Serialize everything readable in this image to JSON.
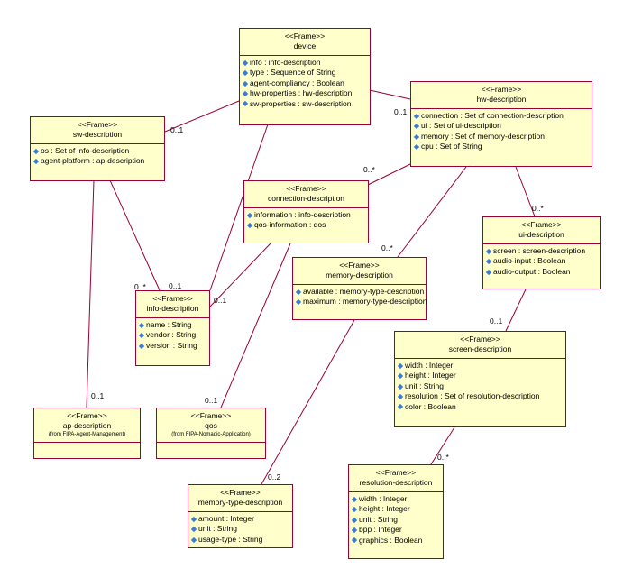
{
  "diagram": {
    "classes": {
      "device": {
        "stereotype": "<<Frame>>",
        "name": "device",
        "attributes": [
          "info : info-description",
          "type : Sequence of String",
          "agent-compliancy : Boolean",
          "hw-properties : hw-description",
          "sw-properties : sw-description"
        ]
      },
      "hw": {
        "stereotype": "<<Frame>>",
        "name": "hw-description",
        "attributes": [
          "connection : Set of connection-description",
          "ui : Set of ui-description",
          "memory : Set of memory-description",
          "cpu : Set of String"
        ]
      },
      "sw": {
        "stereotype": "<<Frame>>",
        "name": "sw-description",
        "attributes": [
          "os : Set of info-description",
          "agent-platform : ap-description"
        ]
      },
      "conn": {
        "stereotype": "<<Frame>>",
        "name": "connection-description",
        "attributes": [
          "information : info-description",
          "qos-information : qos"
        ]
      },
      "ui": {
        "stereotype": "<<Frame>>",
        "name": "ui-description",
        "attributes": [
          "screen : screen-description",
          "audio-input : Boolean",
          "audio-output : Boolean"
        ]
      },
      "mem": {
        "stereotype": "<<Frame>>",
        "name": "memory-description",
        "attributes": [
          "available : memory-type-description",
          "maximum : memory-type-description"
        ]
      },
      "info": {
        "stereotype": "<<Frame>>",
        "name": "info-description",
        "attributes": [
          "name : String",
          "vendor : String",
          "version : String"
        ]
      },
      "screen": {
        "stereotype": "<<Frame>>",
        "name": "screen-description",
        "attributes": [
          "width : Integer",
          "height : Integer",
          "unit : String",
          "resolution : Set of resolution-description",
          "color : Boolean"
        ]
      },
      "ap": {
        "stereotype": "<<Frame>>",
        "name": "ap-description",
        "from": "(from FIPA-Agent-Management)"
      },
      "qos": {
        "stereotype": "<<Frame>>",
        "name": "qos",
        "from": "(from FIPA-Nomadic-Application)"
      },
      "memtype": {
        "stereotype": "<<Frame>>",
        "name": "memory-type-description",
        "attributes": [
          "amount : Integer",
          "unit : String",
          "usage-type : String"
        ]
      },
      "res": {
        "stereotype": "<<Frame>>",
        "name": "resolution-description",
        "attributes": [
          "width : Integer",
          "height : Integer",
          "unit : String",
          "bpp : Integer",
          "graphics : Boolean"
        ]
      }
    },
    "multiplicities": [
      "0..1",
      "0..1",
      "0..*",
      "0..*",
      "0..*",
      "0..*",
      "0..1",
      "0..1",
      "0..1",
      "0..1",
      "0..1",
      "0..2",
      "0..*"
    ],
    "colors": {
      "box_fill": "#ffffcc",
      "border": "#990033",
      "line": "#990033",
      "attr_icon": "#3a7bd5"
    }
  }
}
